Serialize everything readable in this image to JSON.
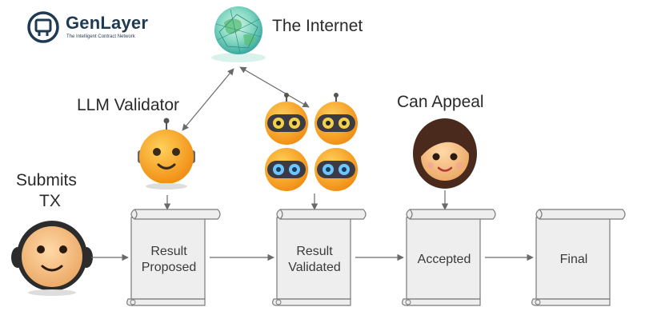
{
  "brand": {
    "name": "GenLayer",
    "tagline": "The Intelligent Contract Network",
    "logo_icon": "genlayer-logo-icon",
    "color": "#1f3b52"
  },
  "internet": {
    "label": "The Internet",
    "icon": "globe-network-icon"
  },
  "actors": {
    "submitter": {
      "label_line1": "Submits",
      "label_line2": "TX",
      "icon": "bald-person-avatar"
    },
    "llm_validator": {
      "label": "LLM Validator",
      "icon": "robot-validator-icon"
    },
    "validators": {
      "icon": "robot-group-icon",
      "count": 4
    },
    "appealer": {
      "label": "Can Appeal",
      "icon": "girl-avatar-icon"
    }
  },
  "stages": [
    {
      "line1": "Result",
      "line2": "Proposed"
    },
    {
      "line1": "Result",
      "line2": "Validated"
    },
    {
      "line1": "Accepted",
      "line2": ""
    },
    {
      "line1": "Final",
      "line2": ""
    }
  ],
  "colors": {
    "scroll_fill": "#eeeeee",
    "scroll_stroke": "#7a7a7a",
    "arrow": "#6a6a6a",
    "robot_face": "#f4a623",
    "robot_visor": "#3b3b45",
    "person_skin": "#f6c28a"
  }
}
